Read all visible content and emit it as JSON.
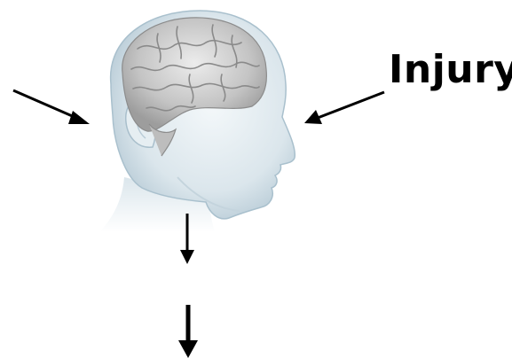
{
  "labels": {
    "injury": "Injury"
  },
  "colors": {
    "arrow": "#000000",
    "head_skin": "#dfe9ef",
    "head_outline": "#9eb6c4",
    "brain": "#b9b9b9",
    "brain_fold": "#8f8f8f"
  },
  "icons": {
    "head": "head-with-brain-icon",
    "arrows": [
      "arrow-left-side",
      "arrow-right-side",
      "arrow-down-short",
      "arrow-down-bottom"
    ]
  }
}
